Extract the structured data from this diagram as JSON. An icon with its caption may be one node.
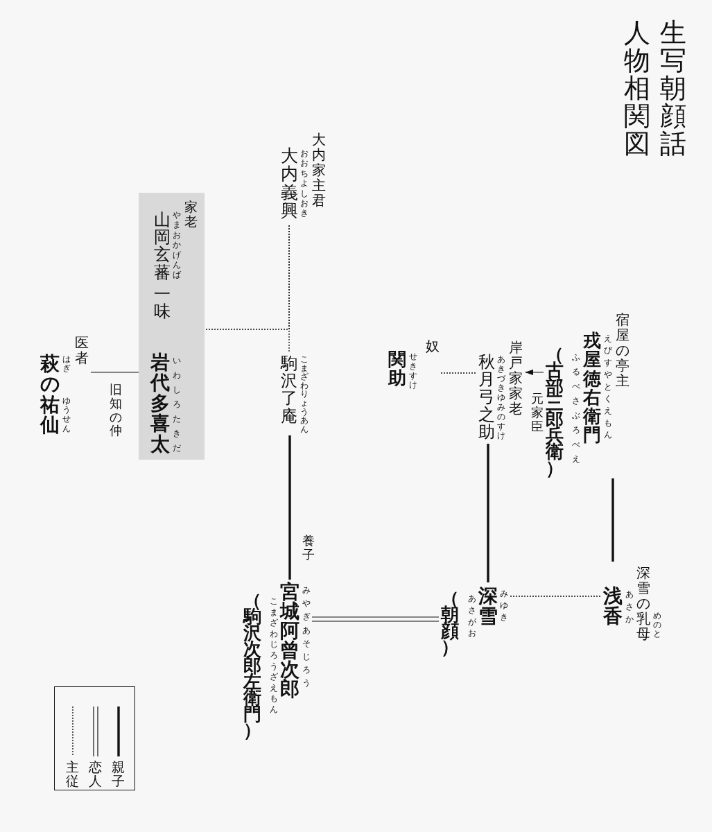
{
  "diagram": {
    "title": "生写朝顔話人物相関図",
    "nodes": [
      {
        "text": [
          "大内義興",
          "大内家主君"
        ],
        "beside": [
          "おおちよしおき"
        ]
      },
      {
        "text": [
          "山岡玄蕃",
          "一味",
          "家老"
        ],
        "beside": [
          "やまおかげんば"
        ]
      },
      {
        "text": [
          "岩代多喜太"
        ],
        "beside": [
          "いわしろたきだ"
        ],
        "in": 1
      },
      {
        "text": [
          "萩の祐仙",
          "医者"
        ],
        "beside": [
          "はぎ",
          "ゆうせん"
        ]
      },
      {
        "text": [
          "駒沢了庵"
        ],
        "beside": [
          "こまざわりょうあん"
        ]
      },
      {
        "text": [
          "関助",
          "奴"
        ],
        "beside": [
          "せきすけ"
        ]
      },
      {
        "text": [
          "秋月弓之助",
          "岸戸家家老"
        ],
        "beside": [
          "あきづきゆみのすけ"
        ]
      },
      {
        "text": [
          "（古部三郎兵衛）",
          "戎屋徳右衛門",
          "宿屋の亭主"
        ],
        "beside": [
          "ふるべさぶろべえ",
          "えびすやとくえもん"
        ]
      },
      {
        "text": [
          "（駒沢次郎左衛門）",
          "宮城阿曾次郎"
        ],
        "beside": [
          "こまざわじろうざえもん",
          "みやぎあそじろう"
        ]
      },
      {
        "text": [
          "（朝顔）",
          "深雪"
        ],
        "beside": [
          "あさがお",
          "みゆき"
        ]
      },
      {
        "text": [
          "浅香",
          "深雪の乳母"
        ],
        "beside": [
          "あさか",
          "めのと"
        ]
      }
    ],
    "edges": [
      {
        "from": 0,
        "to": 4,
        "arrow": "none",
        "style": "dashed"
      },
      {
        "from": 0,
        "to": 2,
        "arrow": "none",
        "style": "dashed"
      },
      {
        "from": 3,
        "to": 2,
        "arrow": "none",
        "label": "旧知の仲"
      },
      {
        "from": 4,
        "to": 8,
        "arrow": "none",
        "style": "thick",
        "label": "養子"
      },
      {
        "from": 8,
        "to": 9,
        "arrow": "none"
      },
      {
        "from": 6,
        "to": 9,
        "arrow": "none",
        "style": "thick"
      },
      {
        "from": 7,
        "to": 6,
        "arrow": "to",
        "label": "元家臣"
      },
      {
        "from": 6,
        "to": 5,
        "arrow": "none",
        "style": "dashed"
      },
      {
        "from": 7,
        "to": 10,
        "arrow": "none",
        "style": "thick"
      },
      {
        "from": 9,
        "to": 10,
        "arrow": "none",
        "style": "dashed"
      }
    ],
    "legend": [
      {
        "text": "主従"
      },
      {
        "text": "恋人"
      },
      {
        "text": "親子"
      }
    ]
  }
}
